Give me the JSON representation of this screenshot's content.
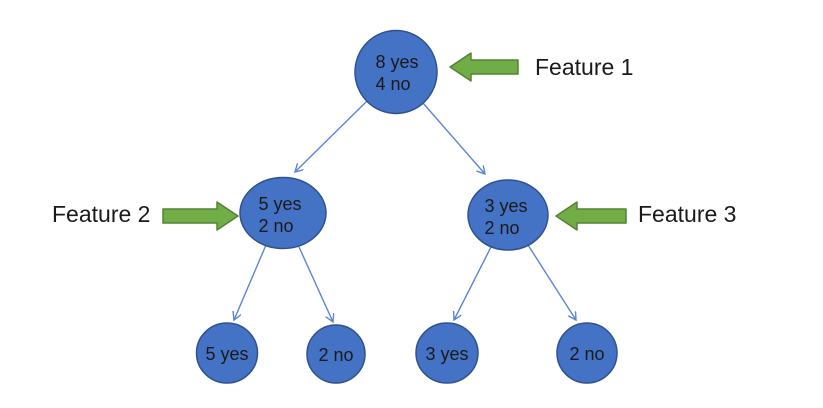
{
  "tree": {
    "root": {
      "line1": "8 yes",
      "line2": "4 no"
    },
    "left_child": {
      "line1": "5 yes",
      "line2": "2 no"
    },
    "right_child": {
      "line1": "3 yes",
      "line2": "2 no"
    },
    "leaves": [
      {
        "label": "5 yes"
      },
      {
        "label": "2 no"
      },
      {
        "label": "3 yes"
      },
      {
        "label": "2 no"
      }
    ]
  },
  "annotations": {
    "feature1": "Feature 1",
    "feature2": "Feature 2",
    "feature3": "Feature 3"
  },
  "colors": {
    "node_fill": "#4472c4",
    "node_border": "#2f528f",
    "connector": "#5b85d6",
    "arrow_fill": "#70ad47",
    "arrow_border": "#548235",
    "text": "#1a1a1a",
    "background": "#ffffff"
  }
}
